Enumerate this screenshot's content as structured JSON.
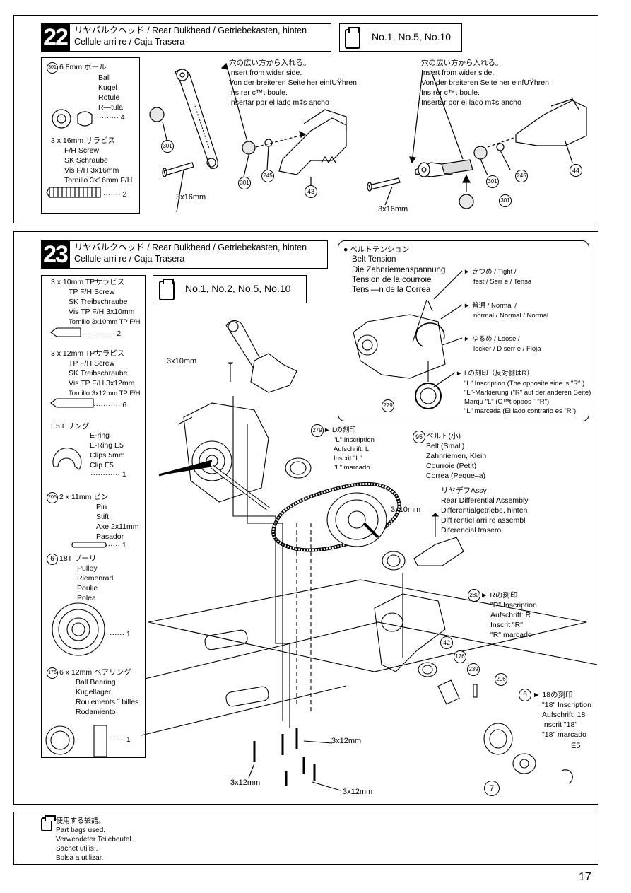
{
  "step22": {
    "number": "22",
    "title_line1": "リヤバルクヘッド / Rear Bulkhead / Getriebekasten, hinten",
    "title_line2": "Cellule arri re / Caja Trasera",
    "bags": "No.1, No.5, No.10",
    "parts": {
      "ball": {
        "id": "301",
        "size": "6.8mm",
        "jp": "ボール",
        "en": "Ball",
        "de": "Kugel",
        "fr": "Rotule",
        "es": "R—tula",
        "qty": "4"
      },
      "screw": {
        "size": "3 x 16mm",
        "jp": "サラビス",
        "en": "F/H Screw",
        "de": "SK Schraube",
        "fr": "Vis F/H 3x16mm",
        "es": "Tornillo 3x16mm F/H",
        "qty": "2"
      }
    },
    "note_left": {
      "jp": "穴の広い方から入れる。",
      "en": "Insert from wider side.",
      "de": "Von der breiteren Seite her einfUŸhren.",
      "fr": "Ins rer c™t  boule.",
      "es": "Insertar por el lado m‡s ancho"
    },
    "note_right": {
      "jp": "穴の広い方から入れる。",
      "en": "Insert from wider side.",
      "de": "Von der breiteren Seite her einfUŸhren.",
      "fr": "Ins rer c™t  boule.",
      "es": "Insertar por el lado m‡s ancho"
    },
    "labels": {
      "screw_left": "3x16mm",
      "screw_right": "3x16mm",
      "p301": "301",
      "p245": "245",
      "p43": "43",
      "p44": "44"
    }
  },
  "step23": {
    "number": "23",
    "title_line1": "リヤバルクヘッド / Rear Bulkhead / Getriebekasten, hinten",
    "title_line2": "Cellule arri re / Caja Trasera",
    "bags": "No.1, No.2, No.5, No.10",
    "parts": {
      "screw10": {
        "size": "3 x 10mm",
        "jp": "TPサラビス",
        "en": "TP F/H Screw",
        "de": "SK Treibschraube",
        "fr": "Vis TP F/H 3x10mm",
        "es": "Tornillo 3x10mm TP F/H",
        "qty": "2"
      },
      "screw12": {
        "size": "3 x 12mm",
        "jp": "TPサラビス",
        "en": "TP F/H Screw",
        "de": "SK Treibschraube",
        "fr": "Vis TP F/H 3x12mm",
        "es": "Tornillo 3x12mm TP F/H",
        "qty": "6"
      },
      "ering": {
        "size": "E5",
        "jp": "Eリング",
        "en": "E-ring",
        "de": "E-Ring E5",
        "fr": "Clips 5mm",
        "es": "Clip E5",
        "qty": "1"
      },
      "pin": {
        "id": "206",
        "size": "2 x 11mm",
        "jp": "ピン",
        "en": "Pin",
        "de": "Stift",
        "fr": "Axe 2x11mm",
        "es": "Pasador",
        "qty": "1"
      },
      "pulley": {
        "id": "6",
        "size": "18T",
        "jp": "プーリ",
        "en": "Pulley",
        "de": "Riemenrad",
        "fr": "Poulie",
        "es": "Polea",
        "qty": "1"
      },
      "bearing": {
        "id": "176",
        "size": "6 x 12mm",
        "jp": "ベアリング",
        "en": "Ball Bearing",
        "de": "Kugellager",
        "fr": "Roulements ˆ billes",
        "es": "Rodamiento",
        "qty": "1"
      }
    },
    "tension": {
      "jp": "ベルトテンション",
      "en": "Belt Tension",
      "de": "Die Zahnriemenspannung",
      "fr": "Tension de la courroie",
      "es": "Tensi—n de la Correa",
      "tight": {
        "jp": "きつめ",
        "text": "Tight /",
        "text2": "fest / Serr e / Tensa"
      },
      "normal": {
        "jp": "普通",
        "text": "Normal /",
        "text2": "normal / Normal / Normal"
      },
      "loose": {
        "jp": "ゆるめ",
        "text": "Loose /",
        "text2": "locker / D serr e / Floja"
      },
      "lmark": {
        "jp": "Lの刻印（反対側はR）",
        "en": "\"L\" Inscription (The opposite side is \"R\".)",
        "de": "\"L\"-Markierung (\"R\" auf der anderen Seite)",
        "fr": "Marqu  \"L\" (C™t  oppos  ˆ \"R\")",
        "es": "\"L\" marcada (El lado contrario es \"R\")"
      },
      "p279": "279"
    },
    "callouts": {
      "l_mark": {
        "id": "279",
        "jp": "Lの刻印",
        "en": "\"L\" Inscription",
        "de": "Aufschrift: L",
        "fr": "Inscrit \"L\"",
        "es": "\"L\" marcado"
      },
      "belt": {
        "id": "95",
        "jp": "ベルト(小)",
        "en": "Belt (Small)",
        "de": "Zahnriemen, Klein",
        "fr": "Courroie (Petit)",
        "es": "Correa (Peque–a)"
      },
      "diff": {
        "jp": "リヤデフAssy",
        "en": "Rear Differential Assembly",
        "de": "Differentialgetriebe, hinten",
        "fr": "Diff rentiel arri re assembl",
        "es": "Diferencial trasero"
      },
      "r_mark": {
        "id": "280",
        "jp": "Rの刻印",
        "en": "\"R\" Inscription",
        "de": "Aufschrift: R",
        "fr": "Inscrit \"R\"",
        "es": "\"R\" marcado"
      },
      "t18": {
        "id": "6",
        "jp": "18の刻印",
        "en": "\"18\" Inscription",
        "de": "Aufschrift: 18",
        "fr": "Inscrit \"18\"",
        "es": "\"18\" marcado"
      },
      "screw10": "3x10mm",
      "screw10b": "3x10mm",
      "screw12a": "3x12mm",
      "screw12b": "3x12mm",
      "screw12c": "3x12mm",
      "e5": "E5",
      "p42": "42",
      "p176": "176",
      "p239": "239",
      "p206": "206",
      "p7": "7"
    }
  },
  "footer": {
    "jp": "使用する袋詰。",
    "en": "Part bags used.",
    "de": "Verwendeter Teilebeutel.",
    "fr": "Sachet utilis .",
    "es": "Bolsa a utilizar."
  },
  "page_number": "17"
}
